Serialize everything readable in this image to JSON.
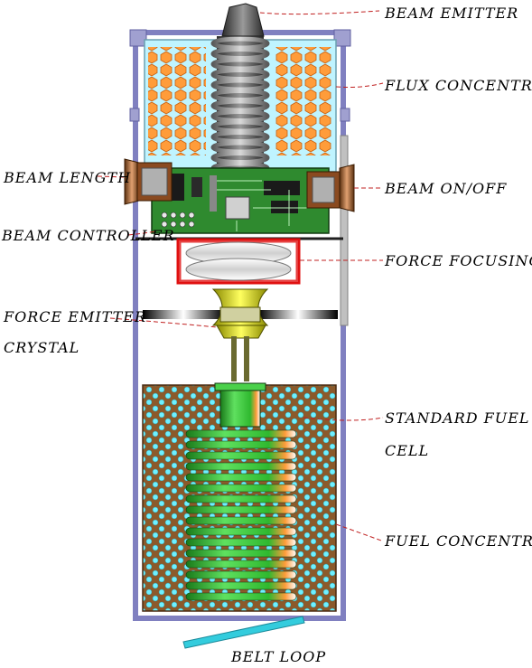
{
  "labels": {
    "beam_emitter": "BEAM EMITTER",
    "flux_concentrator": "FLUX CONCENTRATOR",
    "beam_length": "BEAM LENGTH",
    "beam_on_off": "BEAM ON/OFF",
    "beam_controller": "BEAM CONTROLLER",
    "force_focusing": "FORCE FOCUSING",
    "force_emitter_crystal_line1": "FORCE EMITTER",
    "force_emitter_crystal_line2": "CRYSTAL",
    "standard_fuel_cell_line1": "STANDARD FUEL",
    "standard_fuel_cell_line2": "CELL",
    "fuel_concentrator": "FUEL CONCENTRATOR",
    "belt_loop": "BELT LOOP"
  },
  "colors": {
    "casing_outline": "#8080c0",
    "casing_fill": "#ffffff",
    "flux_chamber": "#bff4ff",
    "hex_fill": "#ff9c3a",
    "coil": "#909090",
    "circuit_board": "#2f8a2f",
    "focus_frame": "#e01010",
    "fuel_chamber": "#8b5a2b",
    "fuel_dot": "#6ff0ff",
    "fuel_cell_green": "#3ac83a",
    "crystal": "#e8e000",
    "leader_line": "#c02020",
    "belt_loop": "#33ccdd"
  }
}
